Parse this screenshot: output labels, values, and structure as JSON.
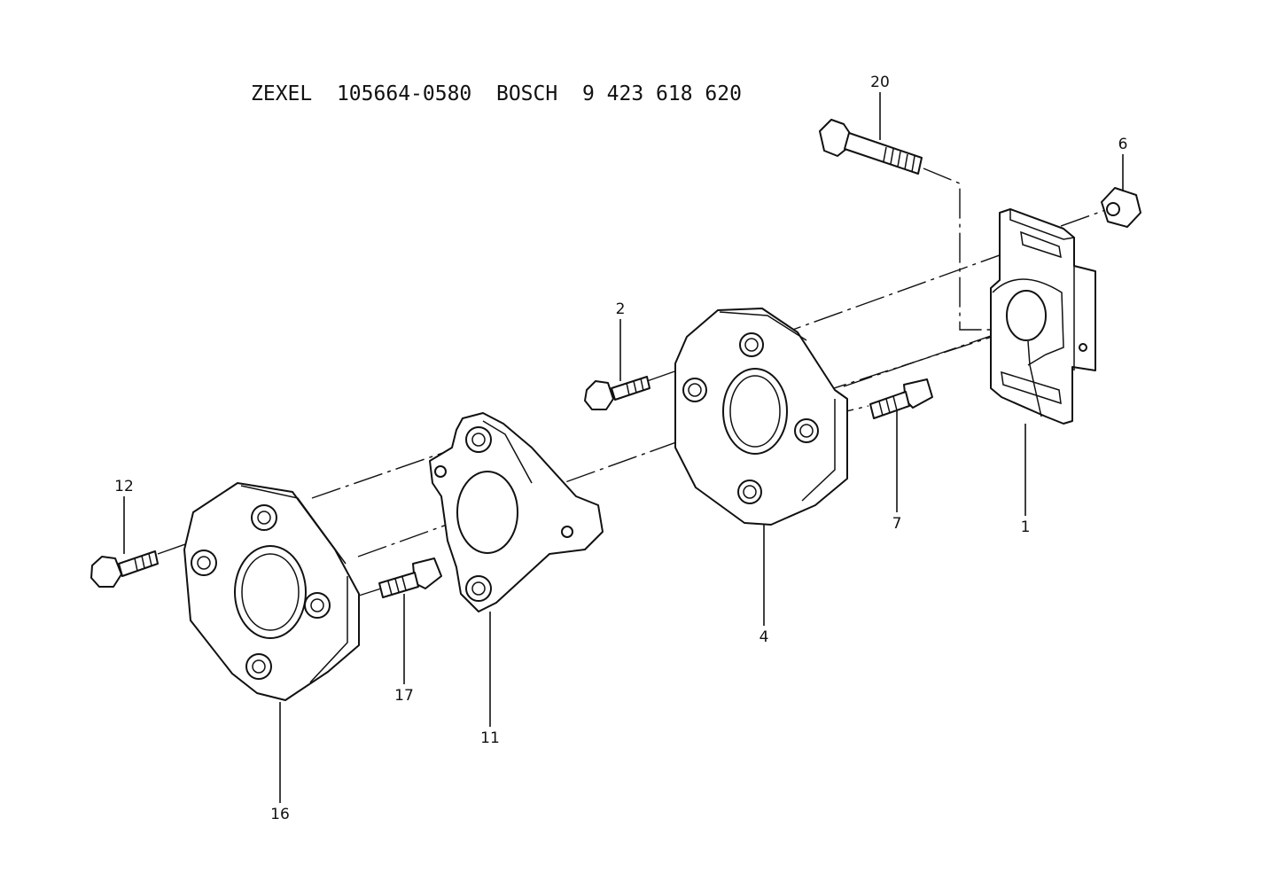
{
  "title": {
    "maker1": "ZEXEL",
    "part1": "105664-0580",
    "maker2": "BOSCH",
    "part2": "9 423 618 620"
  },
  "callouts": [
    "1",
    "2",
    "4",
    "6",
    "7",
    "11",
    "12",
    "16",
    "17",
    "20"
  ]
}
